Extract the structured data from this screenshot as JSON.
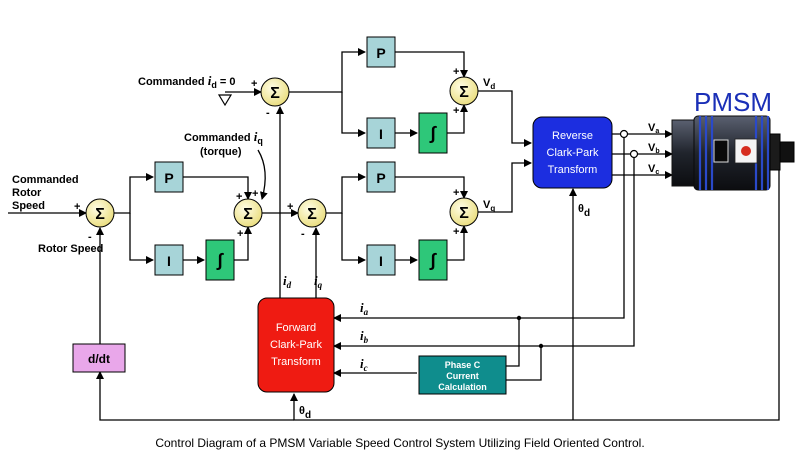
{
  "title": "PMSM",
  "caption": "Control Diagram of a PMSM Variable Speed Control System Utilizing Field Oriented Control.",
  "labels": {
    "commanded_rotor_speed": [
      "Commanded",
      "Rotor",
      "Speed"
    ],
    "rotor_speed": "Rotor Speed",
    "commanded_id_prefix": "Commanded ",
    "commanded_id_sym": "i",
    "commanded_id_sub": "d",
    "commanded_id_suffix": " = 0",
    "commanded_iq_prefix": "Commanded ",
    "commanded_iq_sym": "i",
    "commanded_iq_sub": "q",
    "torque": "(torque)"
  },
  "blocks": {
    "p": "P",
    "i": "I",
    "integrator": "∫",
    "sum": "Σ",
    "ddt": "d/dt",
    "reverse": [
      "Reverse",
      "Clark-Park",
      "Transform"
    ],
    "forward": [
      "Forward",
      "Clark-Park",
      "Transform"
    ],
    "phase_c": [
      "Phase C",
      "Current",
      "Calculation"
    ]
  },
  "signals": {
    "vd": "V",
    "vd_sub": "d",
    "vq": "V",
    "vq_sub": "q",
    "va": "V",
    "va_sub": "a",
    "vb": "V",
    "vb_sub": "b",
    "vc": "V",
    "vc_sub": "c",
    "theta": "θ",
    "theta_sub": "d",
    "ia": "i",
    "ia_sub": "a",
    "ib": "i",
    "ib_sub": "b",
    "ic": "i",
    "ic_sub": "c",
    "id": "i",
    "id_sub": "d",
    "iq": "i",
    "iq_sub": "q"
  },
  "signs": {
    "plus": "+",
    "minus": "-"
  },
  "colors": {
    "p_block": "#a7d4d8",
    "integrator": "#2ec779",
    "summer": "#f7f0ad",
    "reverse": "#1c2ee0",
    "forward": "#ef1b12",
    "phase_c": "#0f8d8d",
    "ddt": "#e9a7ea",
    "title": "#1a2fb7"
  }
}
